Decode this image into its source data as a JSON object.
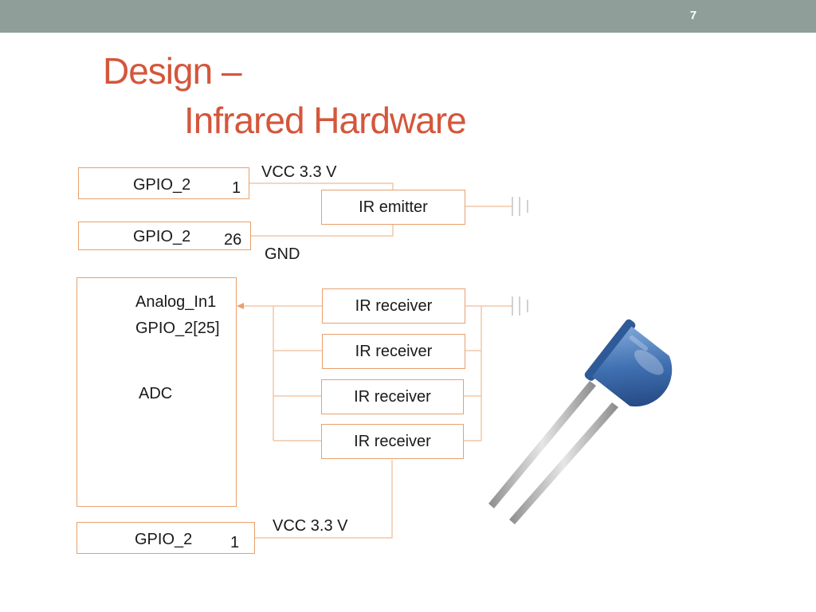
{
  "slide": {
    "page_number": "7",
    "title_line1": "Design –",
    "title_line2": "Infrared Hardware"
  },
  "emitter_circuit": {
    "gpio_top": {
      "label": "GPIO_2",
      "pin": "1"
    },
    "gpio_bottom": {
      "label": "GPIO_2",
      "pin": "26"
    },
    "vcc_label": "VCC 3.3 V",
    "gnd_label": "GND",
    "emitter_label": "IR emitter"
  },
  "receiver_circuit": {
    "adc_block": {
      "input_label": "Analog_In1",
      "gpio_label": "GPIO_2[25]",
      "adc_label": "ADC"
    },
    "receivers": [
      "IR receiver",
      "IR receiver",
      "IR receiver",
      "IR receiver"
    ],
    "vcc_label": "VCC 3.3 V",
    "gpio_bottom": {
      "label": "GPIO_2",
      "pin": "1"
    }
  },
  "colors": {
    "header_bar": "#8f9e98",
    "title": "#d4563b",
    "box_border": "#e8a06e",
    "wire": "#f2c7a6",
    "led_body": "#3f6fb0"
  },
  "icons": {
    "ground": "ground-symbol-icon",
    "photo": "ir-led-photo"
  }
}
